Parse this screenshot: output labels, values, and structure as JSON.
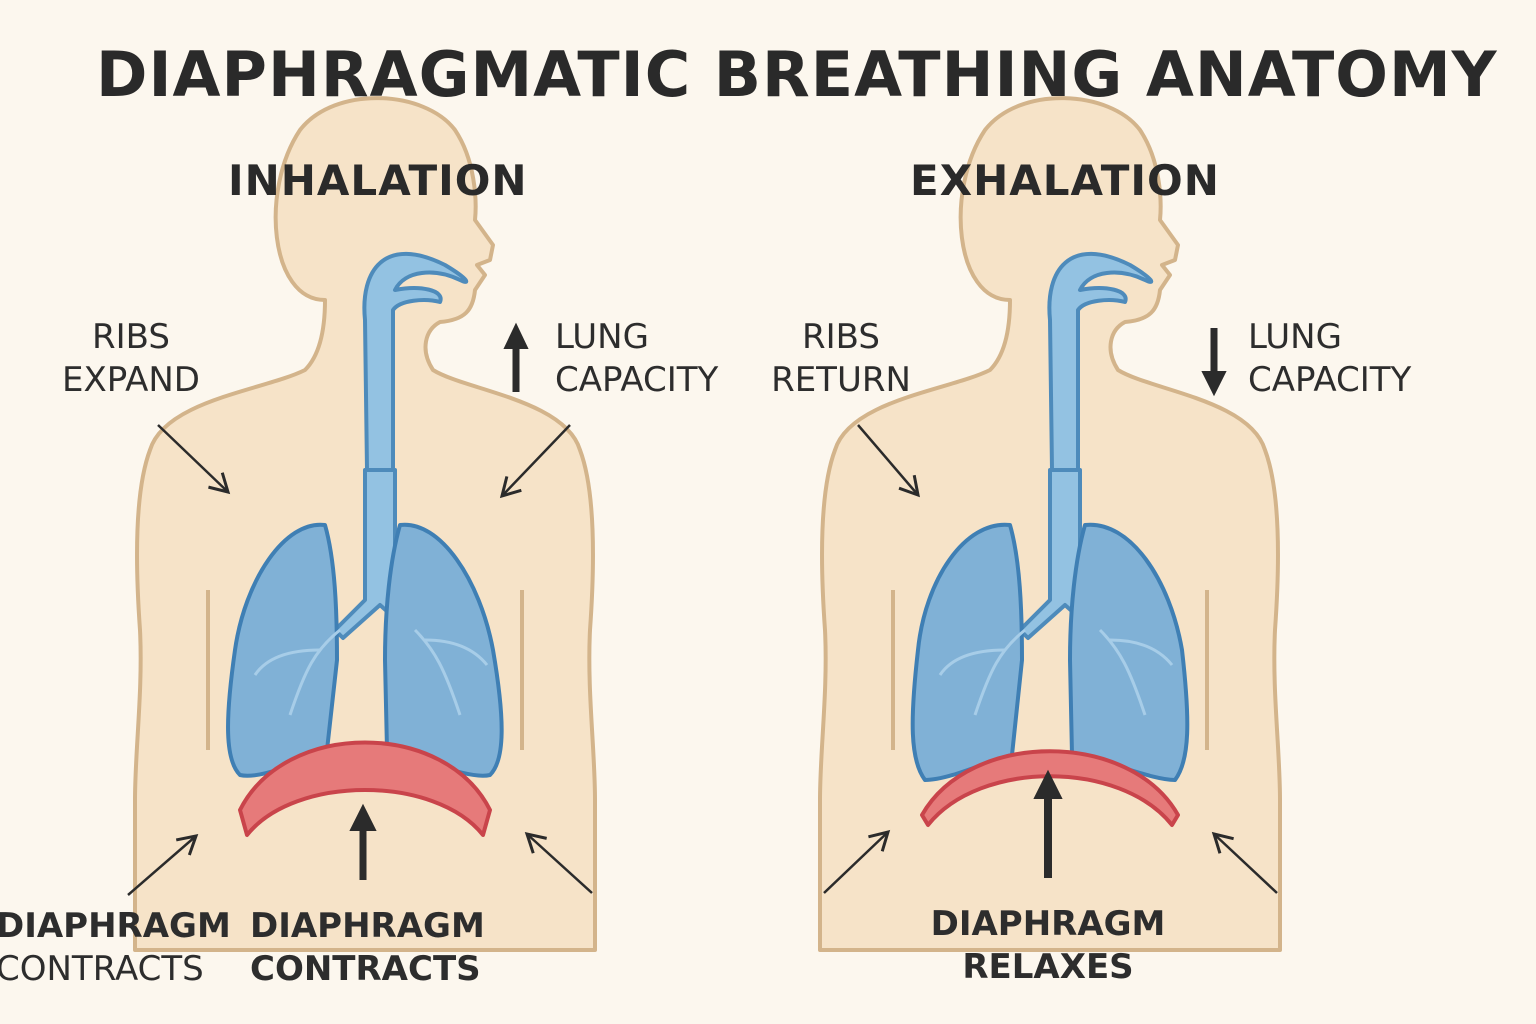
{
  "title": "DIAPHRAGMATIC BREATHING ANATOMY",
  "colors": {
    "background": "#fcf7ee",
    "skin": "#f6e3c8",
    "skin_outline": "#d3b48b",
    "lung": "#80b1d6",
    "lung_outline": "#3f7fb4",
    "airway": "#93c2e2",
    "diaphragm": "#e67a7a",
    "diaphragm_outline": "#c9444b",
    "text": "#2b2b2b"
  },
  "panels": [
    {
      "heading": "INHALATION",
      "ribs_label": [
        "RIBS",
        "EXPAND"
      ],
      "lung_label": [
        "LUNG",
        "CAPACITY"
      ],
      "lung_arrow": "up",
      "diaphragm_left_label": [
        "DIAPHRAGM",
        "CONTRACTS"
      ],
      "diaphragm_center_label": [
        "DIAPHRAGM",
        "CONTRACTS"
      ]
    },
    {
      "heading": "EXHALATION",
      "ribs_label": [
        "RIBS",
        "RETURN"
      ],
      "lung_label": [
        "LUNG",
        "CAPACITY"
      ],
      "lung_arrow": "down",
      "diaphragm_center_label": [
        "DIAPHRAGM",
        "RELAXES"
      ]
    }
  ]
}
